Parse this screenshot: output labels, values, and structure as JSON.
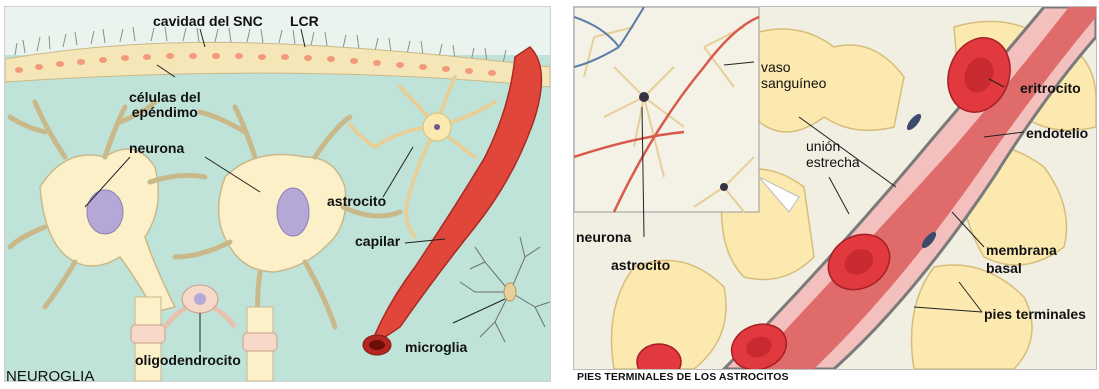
{
  "left_panel": {
    "caption": "NEUROGLIA",
    "labels": {
      "cns_cavity": "cavidad del SNC",
      "csf": "LCR",
      "ependymal": "células del\nepéndimo",
      "neuron": "neurona",
      "astrocyte": "astrocito",
      "capillary": "capilar",
      "oligodendrocyte": "oligodendrocito",
      "microglia": "microglia"
    }
  },
  "right_panel": {
    "caption": "PIES TERMINALES DE LOS ASTROCITOS",
    "labels": {
      "blood_vessel": "vaso\nsanguíneo",
      "tight_junction": "unión\nestrecha",
      "erythrocyte": "eritrocito",
      "endothelium": "endotelio",
      "neuron": "neurona",
      "astrocyte": "astrocito",
      "basal_membrane": "membrana\nbasal",
      "end_feet": "pies terminales"
    }
  },
  "colors": {
    "background_left": "#bfe3d9",
    "cell_body": "#fbf0c8",
    "cell_outline": "#c9b98a",
    "nucleus": "#b6a8d6",
    "capillary": "#e0463a",
    "red_cell": "#e2393e"
  }
}
